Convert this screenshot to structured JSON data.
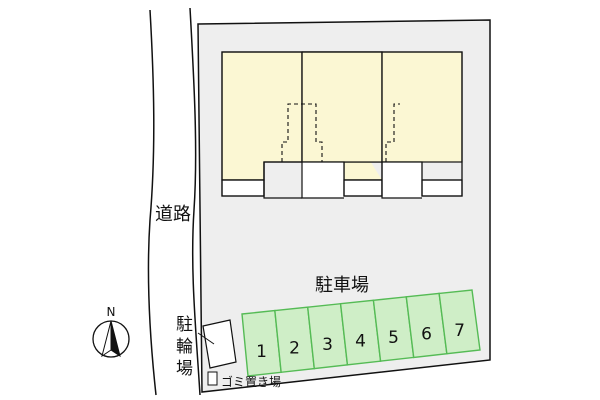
{
  "labels": {
    "road": "道路",
    "parking": "駐車場",
    "bicycle_parking_chars": [
      "駐",
      "輪",
      "場"
    ],
    "garbage": "ゴミ置き場",
    "north": "N"
  },
  "parking_slots": [
    "1",
    "2",
    "3",
    "4",
    "5",
    "6",
    "7"
  ],
  "colors": {
    "lot_fill": "#eeeeee",
    "building_fill": "#fbf7d3",
    "parking_fill": "#cfeec7",
    "parking_stroke": "#55bb55",
    "line": "#111111"
  },
  "icons": {
    "compass": "north-arrow-icon"
  },
  "buildings": {
    "units": 3
  }
}
